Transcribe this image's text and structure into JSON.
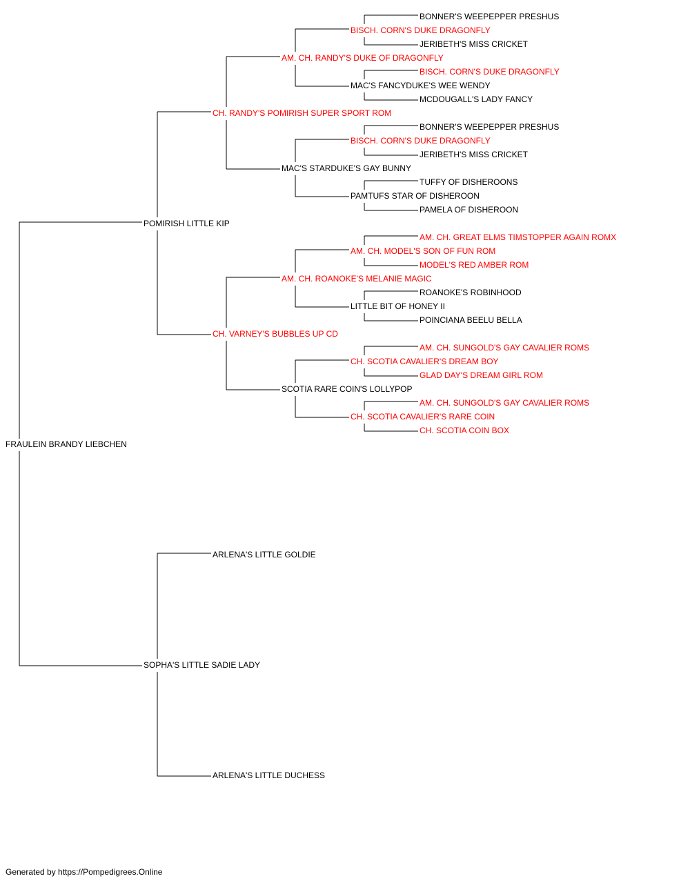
{
  "colors": {
    "champion": "#ff0000",
    "regular": "#000000",
    "line": "#000000"
  },
  "pedigree": {
    "name": "FRAULEIN BRANDY LIEBCHEN",
    "champion": false,
    "sire": {
      "name": "POMIRISH LITTLE KIP",
      "champion": false,
      "sire": {
        "name": "CH. RANDY'S POMIRISH SUPER SPORT ROM",
        "champion": true,
        "sire": {
          "name": "AM. CH. RANDY'S DUKE OF DRAGONFLY",
          "champion": true,
          "sire": {
            "name": "BISCH. CORN'S DUKE DRAGONFLY",
            "champion": true,
            "sire": {
              "name": "BONNER'S WEEPEPPER PRESHUS",
              "champion": false
            },
            "dam": {
              "name": "JERIBETH'S MISS CRICKET",
              "champion": false
            }
          },
          "dam": {
            "name": "MAC'S FANCYDUKE'S WEE WENDY",
            "champion": false,
            "sire": {
              "name": "BISCH. CORN'S DUKE DRAGONFLY",
              "champion": true
            },
            "dam": {
              "name": "MCDOUGALL'S LADY FANCY",
              "champion": false
            }
          }
        },
        "dam": {
          "name": "MAC'S STARDUKE'S GAY BUNNY",
          "champion": false,
          "sire": {
            "name": "BISCH. CORN'S DUKE DRAGONFLY",
            "champion": true,
            "sire": {
              "name": "BONNER'S WEEPEPPER PRESHUS",
              "champion": false
            },
            "dam": {
              "name": "JERIBETH'S MISS CRICKET",
              "champion": false
            }
          },
          "dam": {
            "name": "PAMTUFS STAR OF DISHEROON",
            "champion": false,
            "sire": {
              "name": "TUFFY OF DISHEROONS",
              "champion": false
            },
            "dam": {
              "name": "PAMELA OF DISHEROON",
              "champion": false
            }
          }
        }
      },
      "dam": {
        "name": "CH. VARNEY'S BUBBLES UP CD",
        "champion": true,
        "sire": {
          "name": "AM. CH. ROANOKE'S MELANIE MAGIC",
          "champion": true,
          "sire": {
            "name": "AM. CH. MODEL'S SON OF FUN ROM",
            "champion": true,
            "sire": {
              "name": "AM. CH. GREAT ELMS TIMSTOPPER AGAIN ROMX",
              "champion": true
            },
            "dam": {
              "name": "MODEL'S RED AMBER ROM",
              "champion": true
            }
          },
          "dam": {
            "name": "LITTLE BIT OF HONEY II",
            "champion": false,
            "sire": {
              "name": "ROANOKE'S ROBINHOOD",
              "champion": false
            },
            "dam": {
              "name": "POINCIANA BEELU BELLA",
              "champion": false
            }
          }
        },
        "dam": {
          "name": "SCOTIA RARE COIN'S LOLLYPOP",
          "champion": false,
          "sire": {
            "name": "CH. SCOTIA CAVALIER'S DREAM BOY",
            "champion": true,
            "sire": {
              "name": "AM. CH. SUNGOLD'S GAY CAVALIER ROMS",
              "champion": true
            },
            "dam": {
              "name": "GLAD DAY'S DREAM GIRL ROM",
              "champion": true
            }
          },
          "dam": {
            "name": "CH. SCOTIA CAVALIER'S RARE COIN",
            "champion": true,
            "sire": {
              "name": "AM. CH. SUNGOLD'S GAY CAVALIER ROMS",
              "champion": true
            },
            "dam": {
              "name": "CH. SCOTIA COIN BOX",
              "champion": true
            }
          }
        }
      }
    },
    "dam": {
      "name": "SOPHA'S LITTLE SADIE LADY",
      "champion": false,
      "sire": {
        "name": "ARLENA'S LITTLE GOLDIE",
        "champion": false
      },
      "dam": {
        "name": "ARLENA'S LITTLE DUCHESS",
        "champion": false
      }
    }
  },
  "footer": {
    "text": "Generated by https://Pompedigrees.Online"
  }
}
